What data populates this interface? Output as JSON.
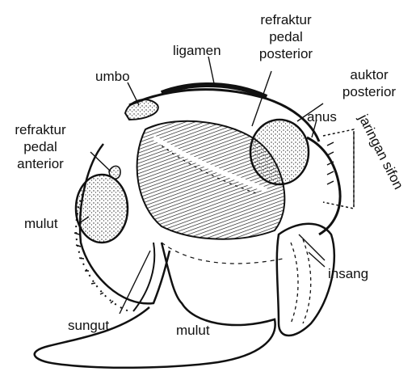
{
  "labels": {
    "umbo": "umbo",
    "ligamen": "ligamen",
    "refraktur_pedal_posterior": [
      "refraktur",
      "pedal",
      "posterior"
    ],
    "auktor_posterior": [
      "auktor",
      "posterior"
    ],
    "anus": "anus",
    "jaringan_sifon": "jaringan sifon",
    "refraktur_pedal_anterior": [
      "refraktur",
      "pedal",
      "anterior"
    ],
    "mulut_left": "mulut",
    "insang": "insang",
    "sungut": "sungut",
    "mulut_bottom": "mulut"
  },
  "colors": {
    "ink": "#111111",
    "paper": "#ffffff"
  }
}
